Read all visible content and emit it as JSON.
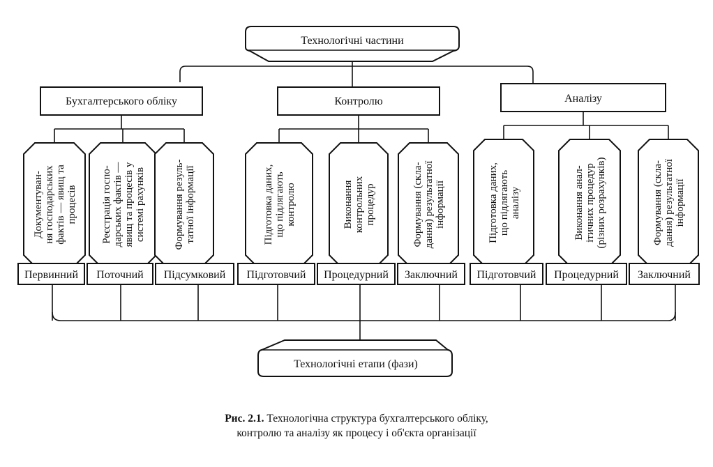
{
  "root": {
    "label": "Технологічні частини"
  },
  "bottom": {
    "label": "Технологічні етапи (фази)"
  },
  "branches": [
    {
      "label": "Бухгалтерського обліку",
      "steps": [
        {
          "lines": [
            "Документуван-",
            "ня господарських",
            "фактів — явищ та",
            "процесів"
          ],
          "phase": "Первинний"
        },
        {
          "lines": [
            "Реєстрація госпо-",
            "дарських фактів —",
            "явищ та процесів у",
            "системі рахунків"
          ],
          "phase": "Поточний"
        },
        {
          "lines": [
            "Формування резуль-",
            "татної інформації"
          ],
          "phase": "Підсумковий"
        }
      ]
    },
    {
      "label": "Контролю",
      "steps": [
        {
          "lines": [
            "Підготовка даних,",
            "що підлягають",
            "контролю"
          ],
          "phase": "Підготовчий"
        },
        {
          "lines": [
            "Виконання",
            "контрольних",
            "процедур"
          ],
          "phase": "Процедурний"
        },
        {
          "lines": [
            "Формування (скла-",
            "дання) результатної",
            "інформації"
          ],
          "phase": "Заключний"
        }
      ]
    },
    {
      "label": "Аналізу",
      "steps": [
        {
          "lines": [
            "Підготовка даних,",
            "що підлягають",
            "аналізу"
          ],
          "phase": "Підготовчий"
        },
        {
          "lines": [
            "Виконання анал-",
            "ітичних процедур",
            "(різних розрахунків)"
          ],
          "phase": "Процедурний"
        },
        {
          "lines": [
            "Формування (скла-",
            "дання) результатної",
            "інформації"
          ],
          "phase": "Заключний"
        }
      ]
    }
  ],
  "caption": {
    "prefix": "Рис. 2.1.",
    "line1": " Технологічна структура бухгалтерського обліку,",
    "line2": "контролю та аналізу як процесу і об'єкта організації"
  }
}
